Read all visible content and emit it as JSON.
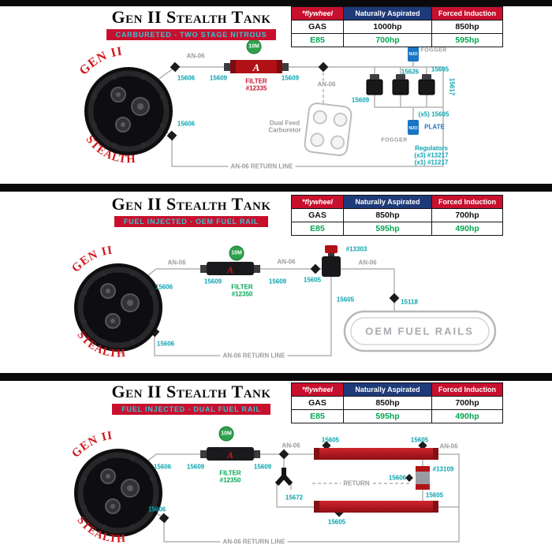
{
  "colors": {
    "accent_red": "#c8102e",
    "part_teal": "#0ba3b0",
    "e85_green": "#00a651",
    "header_navy": "#1e3a78",
    "subtitle_cyan": "#36c3d1",
    "solenoid_blue": "#1b74c4"
  },
  "panels": [
    {
      "title": "Gen II Stealth Tank",
      "subtitle": "CARBURETED - TWO STAGE NITROUS",
      "table": {
        "headers": [
          "*flywheel",
          "Naturally Aspirated",
          "Forced Induction"
        ],
        "rows": [
          {
            "fuel": "GAS",
            "na": "1000hp",
            "fi": "850hp"
          },
          {
            "fuel": "E85",
            "na": "700hp",
            "fi": "595hp"
          }
        ]
      },
      "tank": {
        "arc_top": "GEN II",
        "arc_bottom": "STEALTH"
      },
      "filter": {
        "badge": "10M",
        "name": "FILTER",
        "part": "#12335",
        "logo": "A"
      },
      "labels": {
        "an06_feed": "AN-06",
        "an06_drop": "AN-06",
        "tank_out": "15606",
        "tank_return": "15606",
        "filter_in": "15609",
        "filter_out": "15609",
        "cluster_in": "15609",
        "cluster_tee": "15626",
        "cluster_top": "15605",
        "cluster_right": "15617",
        "plate_fittings": "(x5) 15605",
        "plate": "PLATE",
        "solenoid_top": "N2O",
        "solenoid_bottom": "N2O",
        "fogger_top": "FOGGER",
        "fogger_bottom": "FOGGER",
        "carb_line1": "Dual Feed",
        "carb_line2": "Carburetor",
        "regulators_line1": "Regulators",
        "regulators_line2": "(x3) #13217",
        "regulators_line3": "(x1) #11217",
        "return_line": "AN-06 RETURN LINE"
      }
    },
    {
      "title": "Gen II Stealth Tank",
      "subtitle": "FUEL INJECTED - OEM FUEL RAIL",
      "table": {
        "headers": [
          "*flywheel",
          "Naturally Aspirated",
          "Forced Induction"
        ],
        "rows": [
          {
            "fuel": "GAS",
            "na": "850hp",
            "fi": "700hp"
          },
          {
            "fuel": "E85",
            "na": "595hp",
            "fi": "490hp"
          }
        ]
      },
      "tank": {
        "arc_top": "GEN II",
        "arc_bottom": "STEALTH"
      },
      "filter": {
        "badge": "10M",
        "name": "FILTER",
        "part": "#12350",
        "logo": "A"
      },
      "labels": {
        "an06_feed": "AN-06",
        "an06_mid": "AN-06",
        "an06_rail": "AN-06",
        "tank_out": "15606",
        "tank_return": "15606",
        "filter_in": "15609",
        "filter_out": "15609",
        "reg_part": "#13303",
        "reg_in": "15605",
        "reg_return": "15605",
        "rail_in": "15118",
        "rails": "OEM FUEL RAILS",
        "return_line": "AN-06 RETURN LINE"
      }
    },
    {
      "title": "Gen II Stealth Tank",
      "subtitle": "FUEL INJECTED - DUAL FUEL RAIL",
      "table": {
        "headers": [
          "*flywheel",
          "Naturally Aspirated",
          "Forced Induction"
        ],
        "rows": [
          {
            "fuel": "GAS",
            "na": "850hp",
            "fi": "700hp"
          },
          {
            "fuel": "E85",
            "na": "595hp",
            "fi": "490hp"
          }
        ]
      },
      "tank": {
        "arc_top": "GEN II",
        "arc_bottom": "STEALTH"
      },
      "filter": {
        "badge": "10M",
        "name": "FILTER",
        "part": "#12350",
        "logo": "A"
      },
      "labels": {
        "an06_feed": "AN-06",
        "an06_rail": "AN-06",
        "tank_out": "15606",
        "tank_return": "15606",
        "filter_in": "15609",
        "filter_out": "15609",
        "rail_top_left": "15605",
        "rail_top_right": "15605",
        "rail_bottom_left": "15605",
        "reg_part": "#13109",
        "reg_in": "15606",
        "reg_bottom": "15605",
        "splitter": "15672",
        "return_label": "RETURN",
        "return_line": "AN-06 RETURN LINE"
      }
    }
  ]
}
